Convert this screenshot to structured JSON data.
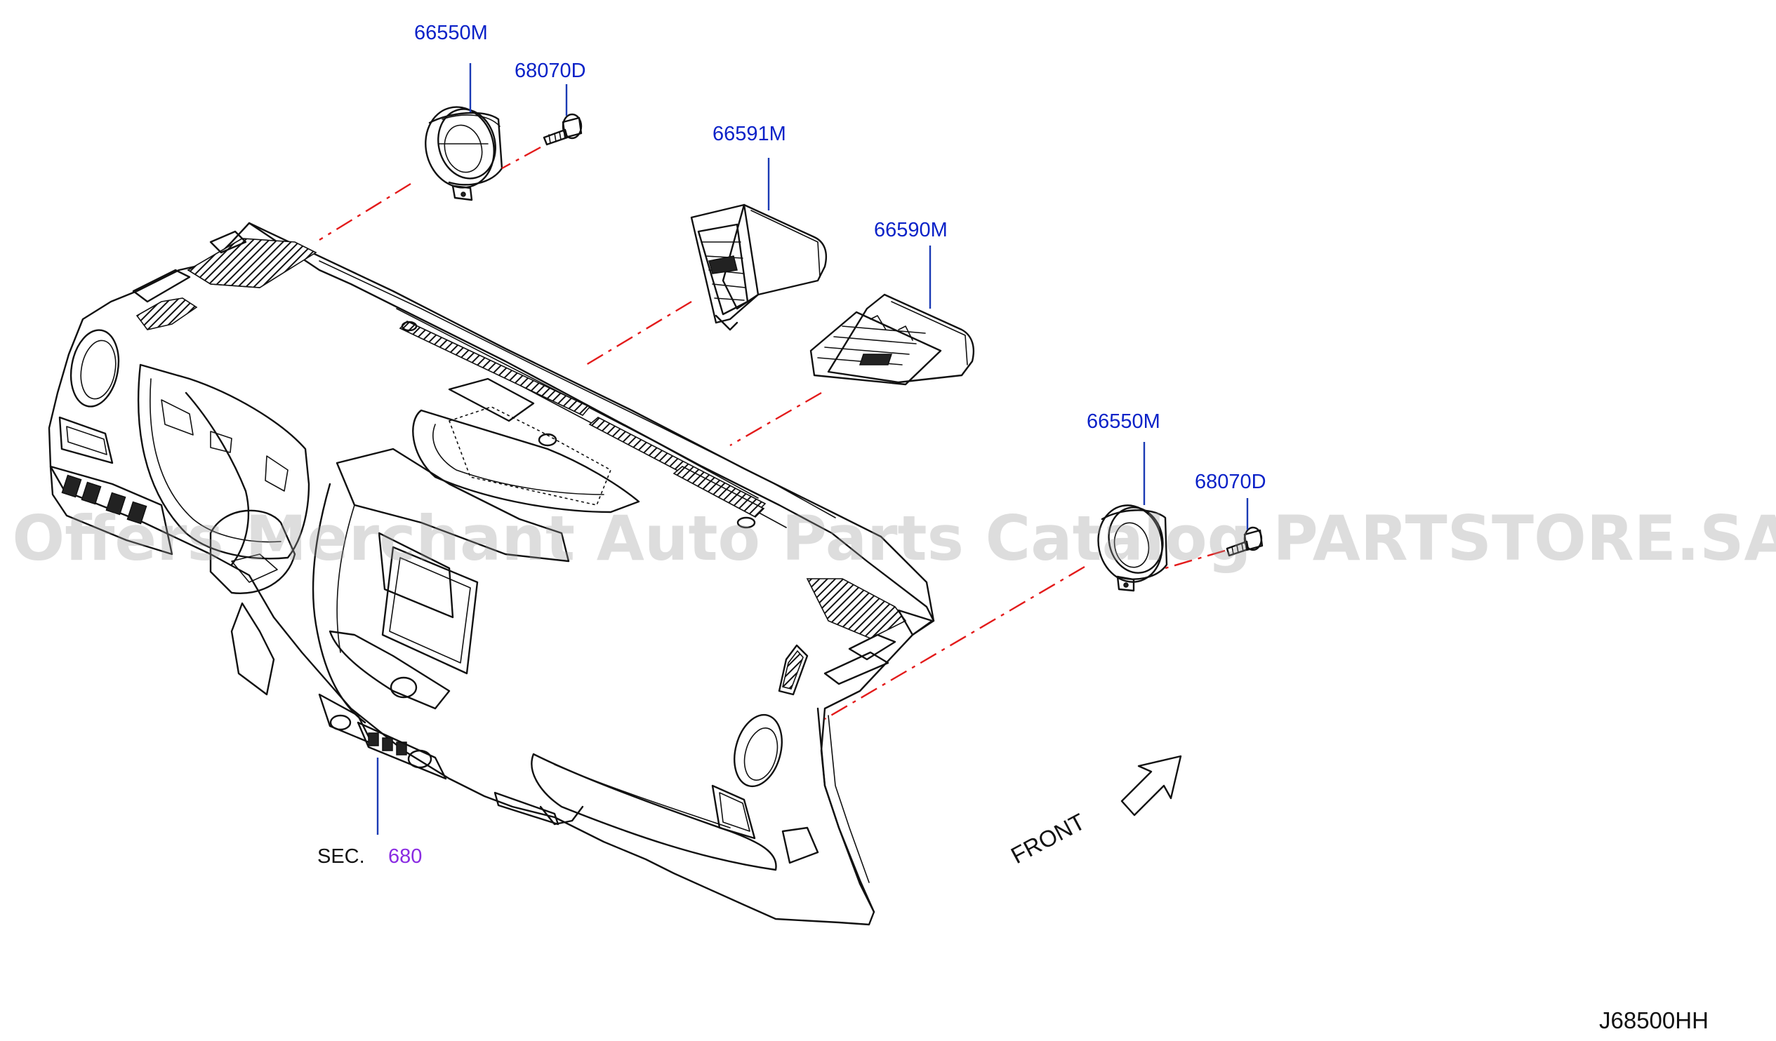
{
  "colors": {
    "line": "#111111",
    "part_label": "#0b22c8",
    "section_number": "#8a2be2",
    "leader_line": "#1a3ab4",
    "dashdot": "#e31b1b",
    "watermark": "#9a9a9a"
  },
  "labels": {
    "vent_left_top": "66550M",
    "screw_left_top": "68070D",
    "vent_center_left": "66591M",
    "vent_center_right": "66590M",
    "vent_right": "66550M",
    "screw_right": "68070D",
    "sec_prefix": "SEC.",
    "sec_number": "680",
    "front": "FRONT",
    "diagram_code": "J68500HH"
  },
  "watermark": "Offers Merchant Auto Parts Catalog PARTSTORE.SA"
}
